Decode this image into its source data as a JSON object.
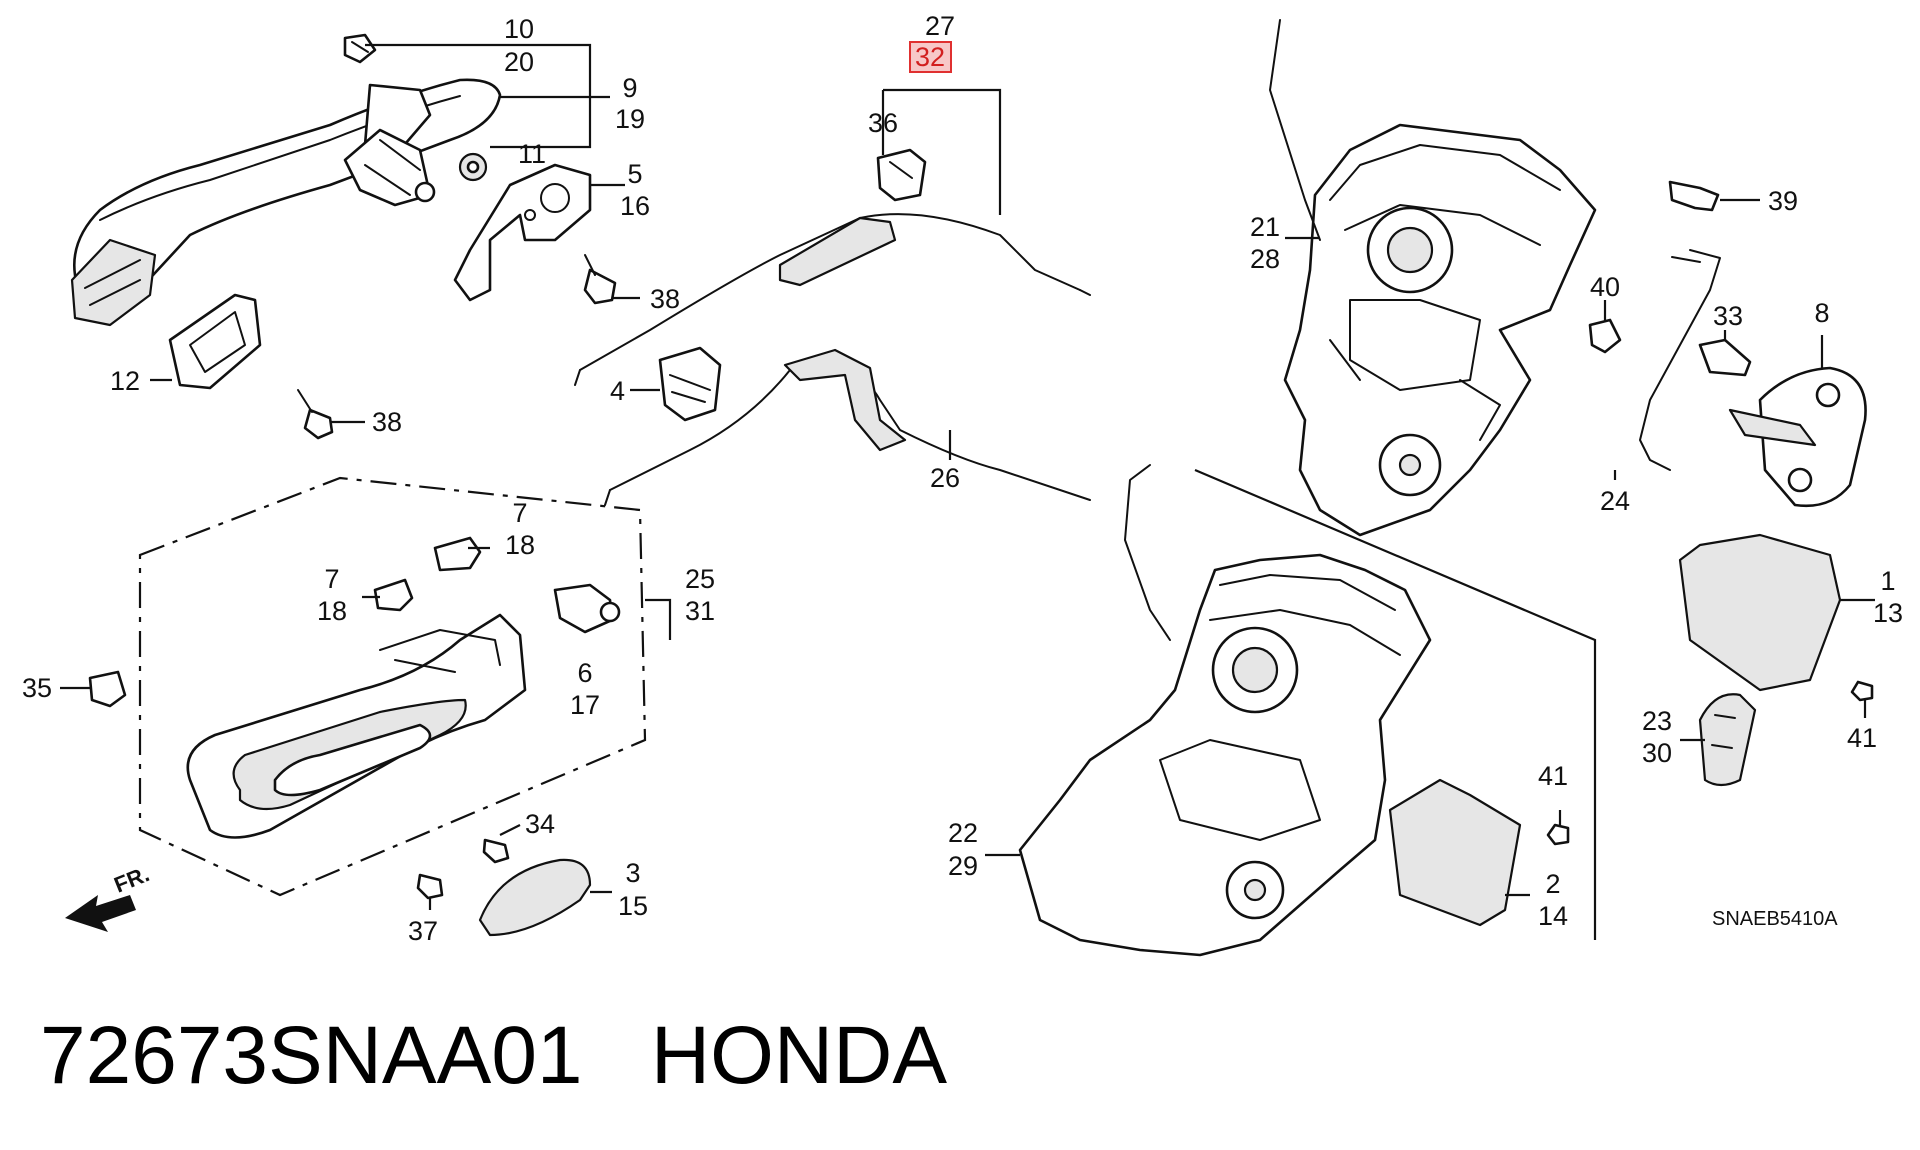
{
  "diagram": {
    "drawing_code": "SNAEB5410A",
    "direction_label": "FR.",
    "highlighted_callout": "32",
    "callouts": {
      "c10": "10",
      "c20": "20",
      "c9": "9",
      "c19": "19",
      "c11": "11",
      "c5": "5",
      "c16": "16",
      "c38a": "38",
      "c12": "12",
      "c38b": "38",
      "c27": "27",
      "c32": "32",
      "c36": "36",
      "c4": "4",
      "c26": "26",
      "c21": "21",
      "c28": "28",
      "c39": "39",
      "c40": "40",
      "c33": "33",
      "c8": "8",
      "c24": "24",
      "c1": "1",
      "c13": "13",
      "c41a": "41",
      "c23": "23",
      "c30": "30",
      "c7a": "7",
      "c18a": "18",
      "c7b": "7",
      "c18b": "18",
      "c25": "25",
      "c31": "31",
      "c6": "6",
      "c17": "17",
      "c35": "35",
      "c34": "34",
      "c3": "3",
      "c15": "15",
      "c37": "37",
      "c22": "22",
      "c29": "29",
      "c41b": "41",
      "c2": "2",
      "c14": "14"
    }
  },
  "caption": {
    "part_number": "72673SNAA01",
    "brand": "HONDA"
  },
  "colors": {
    "line": "#111111",
    "highlight_fill": "#f7c8c8",
    "highlight_stroke": "#e03030",
    "highlight_text": "#d21f1f"
  }
}
